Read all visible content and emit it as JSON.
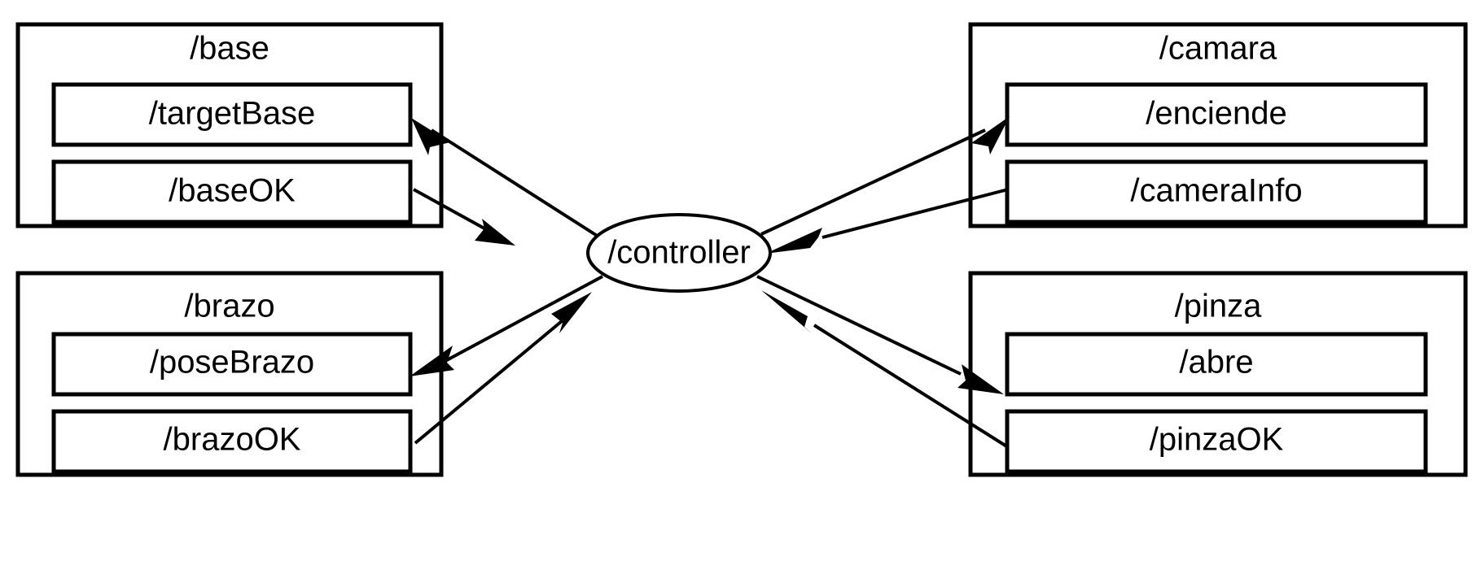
{
  "diagram": {
    "title": "/controller",
    "type": "ros-node-topic-graph",
    "colors": {
      "background": "#ffffff",
      "stroke": "#000000",
      "fill": "#ffffff"
    },
    "center_node": {
      "label": "/controller",
      "shape": "ellipse"
    },
    "groups": [
      {
        "id": "base",
        "label": "/base",
        "position": "top-left",
        "topics": [
          {
            "id": "targetBase",
            "label": "/targetBase",
            "direction": "in"
          },
          {
            "id": "baseOK",
            "label": "/baseOK",
            "direction": "out"
          }
        ]
      },
      {
        "id": "camara",
        "label": "/camara",
        "position": "top-right",
        "topics": [
          {
            "id": "enciende",
            "label": "/enciende",
            "direction": "in"
          },
          {
            "id": "cameraInfo",
            "label": "/cameraInfo",
            "direction": "out"
          }
        ]
      },
      {
        "id": "brazo",
        "label": "/brazo",
        "position": "bottom-left",
        "topics": [
          {
            "id": "poseBrazo",
            "label": "/poseBrazo",
            "direction": "in"
          },
          {
            "id": "brazoOK",
            "label": "/brazoOK",
            "direction": "out"
          }
        ]
      },
      {
        "id": "pinza",
        "label": "/pinza",
        "position": "bottom-right",
        "topics": [
          {
            "id": "abre",
            "label": "/abre",
            "direction": "in"
          },
          {
            "id": "pinzaOK",
            "label": "/pinzaOK",
            "direction": "out"
          }
        ]
      }
    ],
    "edges": [
      {
        "id": "edge-controller-to-targetBase",
        "from": "/controller",
        "to": "/targetBase"
      },
      {
        "id": "edge-baseOK-to-controller",
        "from": "/baseOK",
        "to": "/controller"
      },
      {
        "id": "edge-controller-to-enciende",
        "from": "/controller",
        "to": "/enciende"
      },
      {
        "id": "edge-cameraInfo-to-controller",
        "from": "/cameraInfo",
        "to": "/controller"
      },
      {
        "id": "edge-controller-to-poseBrazo",
        "from": "/controller",
        "to": "/poseBrazo"
      },
      {
        "id": "edge-brazoOK-to-controller",
        "from": "/brazoOK",
        "to": "/controller"
      },
      {
        "id": "edge-controller-to-abre",
        "from": "/controller",
        "to": "/abre"
      },
      {
        "id": "edge-pinzaOK-to-controller",
        "from": "/pinzaOK",
        "to": "/controller"
      }
    ]
  }
}
